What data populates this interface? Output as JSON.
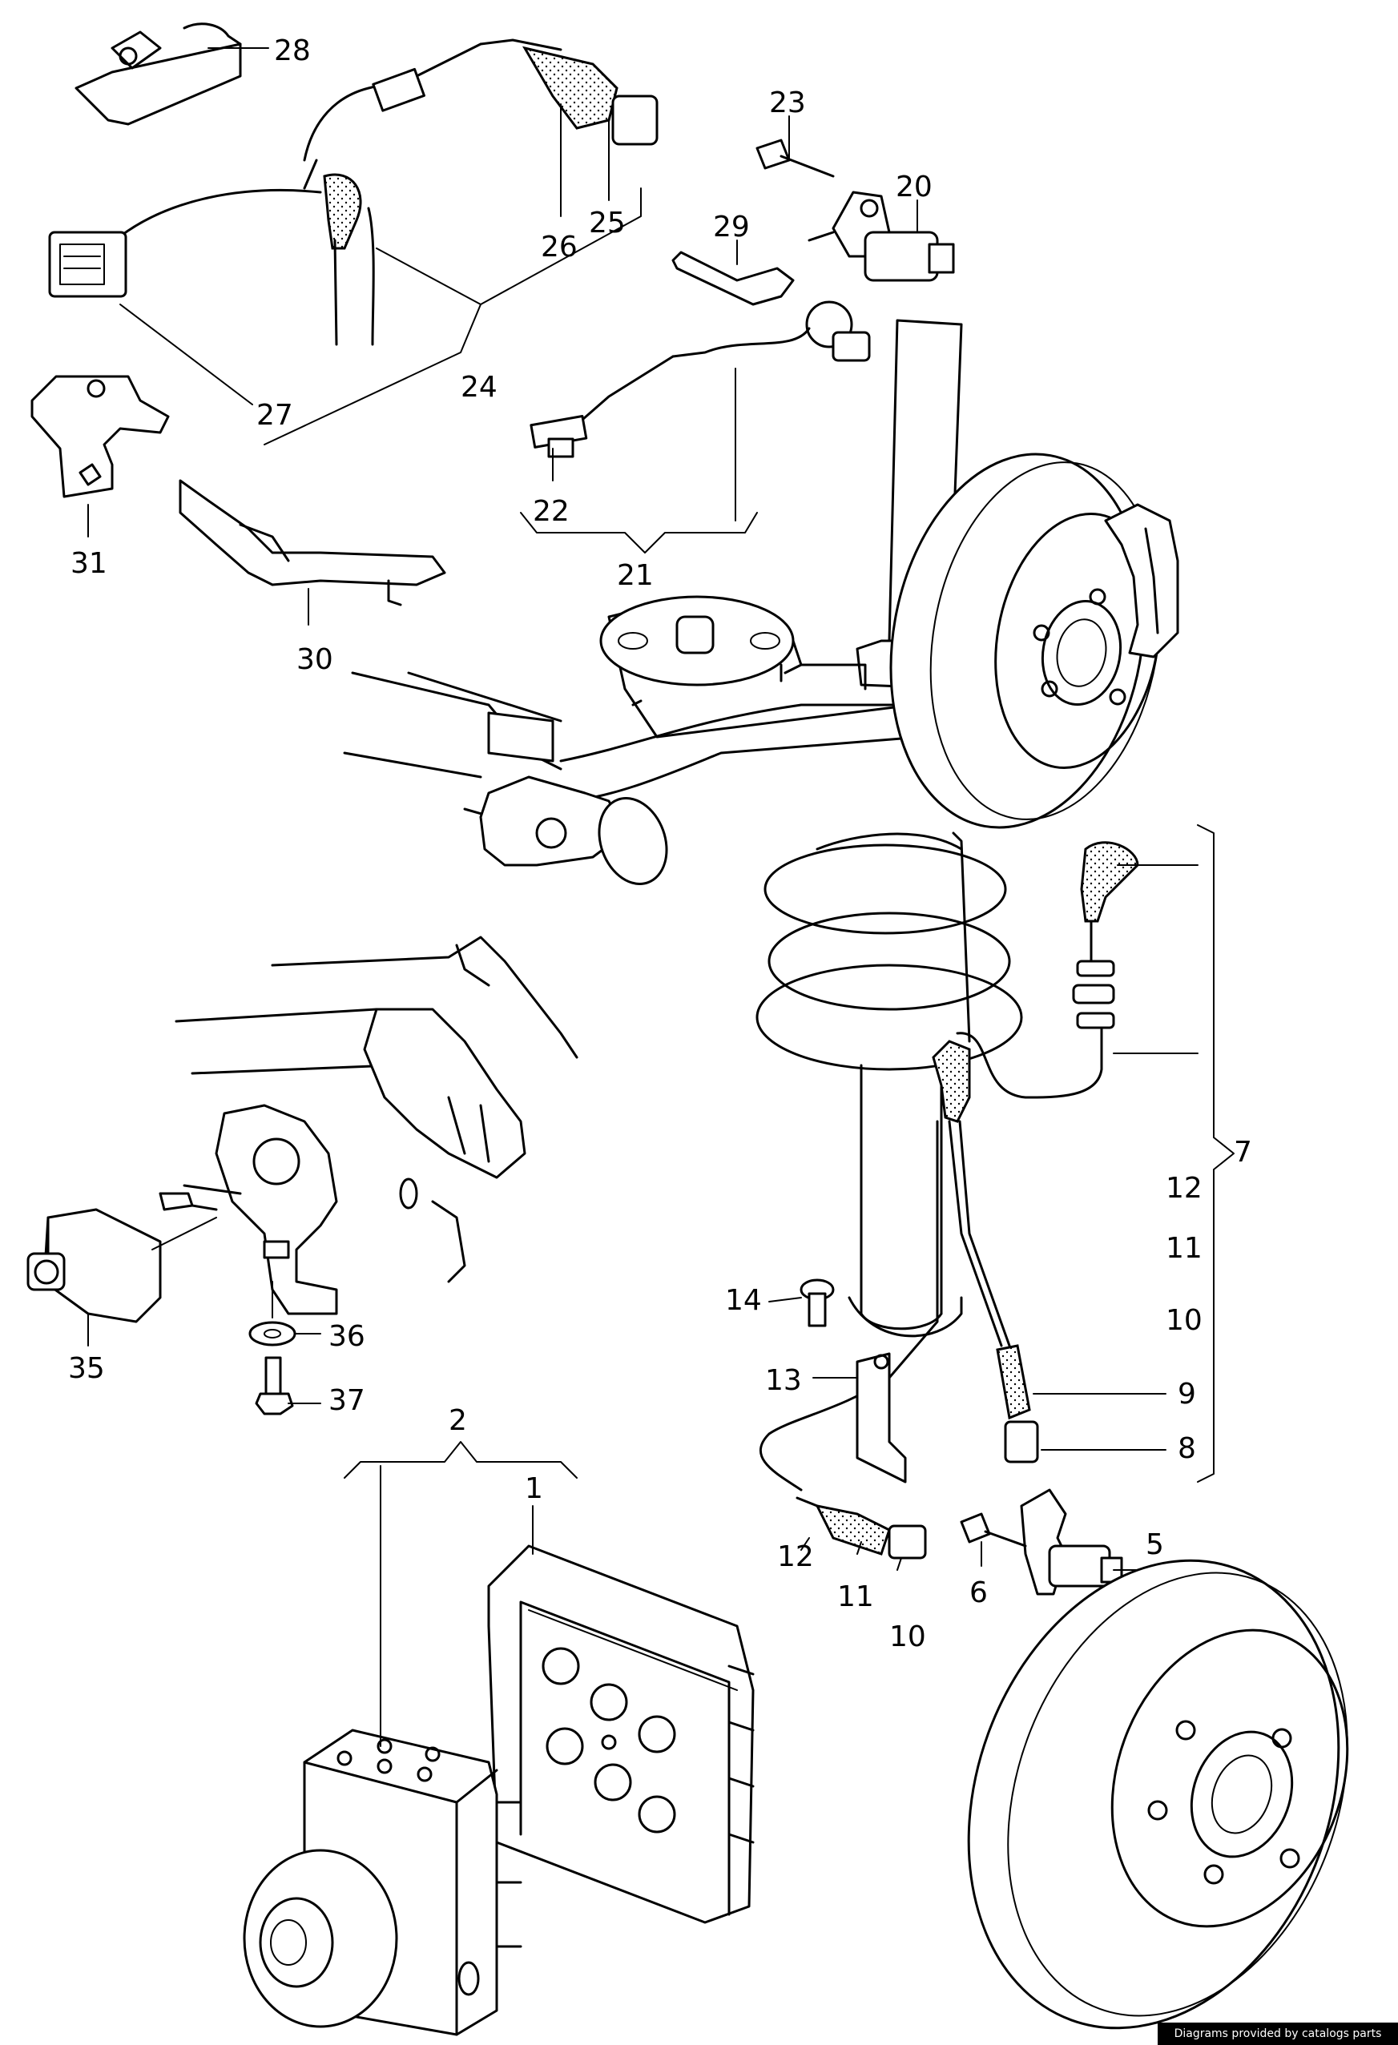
{
  "labels": {
    "l1": "1",
    "l2": "2",
    "l5": "5",
    "l6": "6",
    "l7": "7",
    "l8": "8",
    "l9": "9",
    "l10": "10",
    "l10b": "10",
    "l11": "11",
    "l11b": "11",
    "l12": "12",
    "l12b": "12",
    "l13": "13",
    "l14": "14",
    "l20": "20",
    "l21": "21",
    "l22": "22",
    "l23": "23",
    "l24": "24",
    "l25": "25",
    "l26": "26",
    "l27": "27",
    "l28": "28",
    "l29": "29",
    "l30": "30",
    "l31": "31",
    "l35": "35",
    "l36": "36",
    "l37": "37"
  },
  "credit": "Diagrams provided by catalogs parts"
}
